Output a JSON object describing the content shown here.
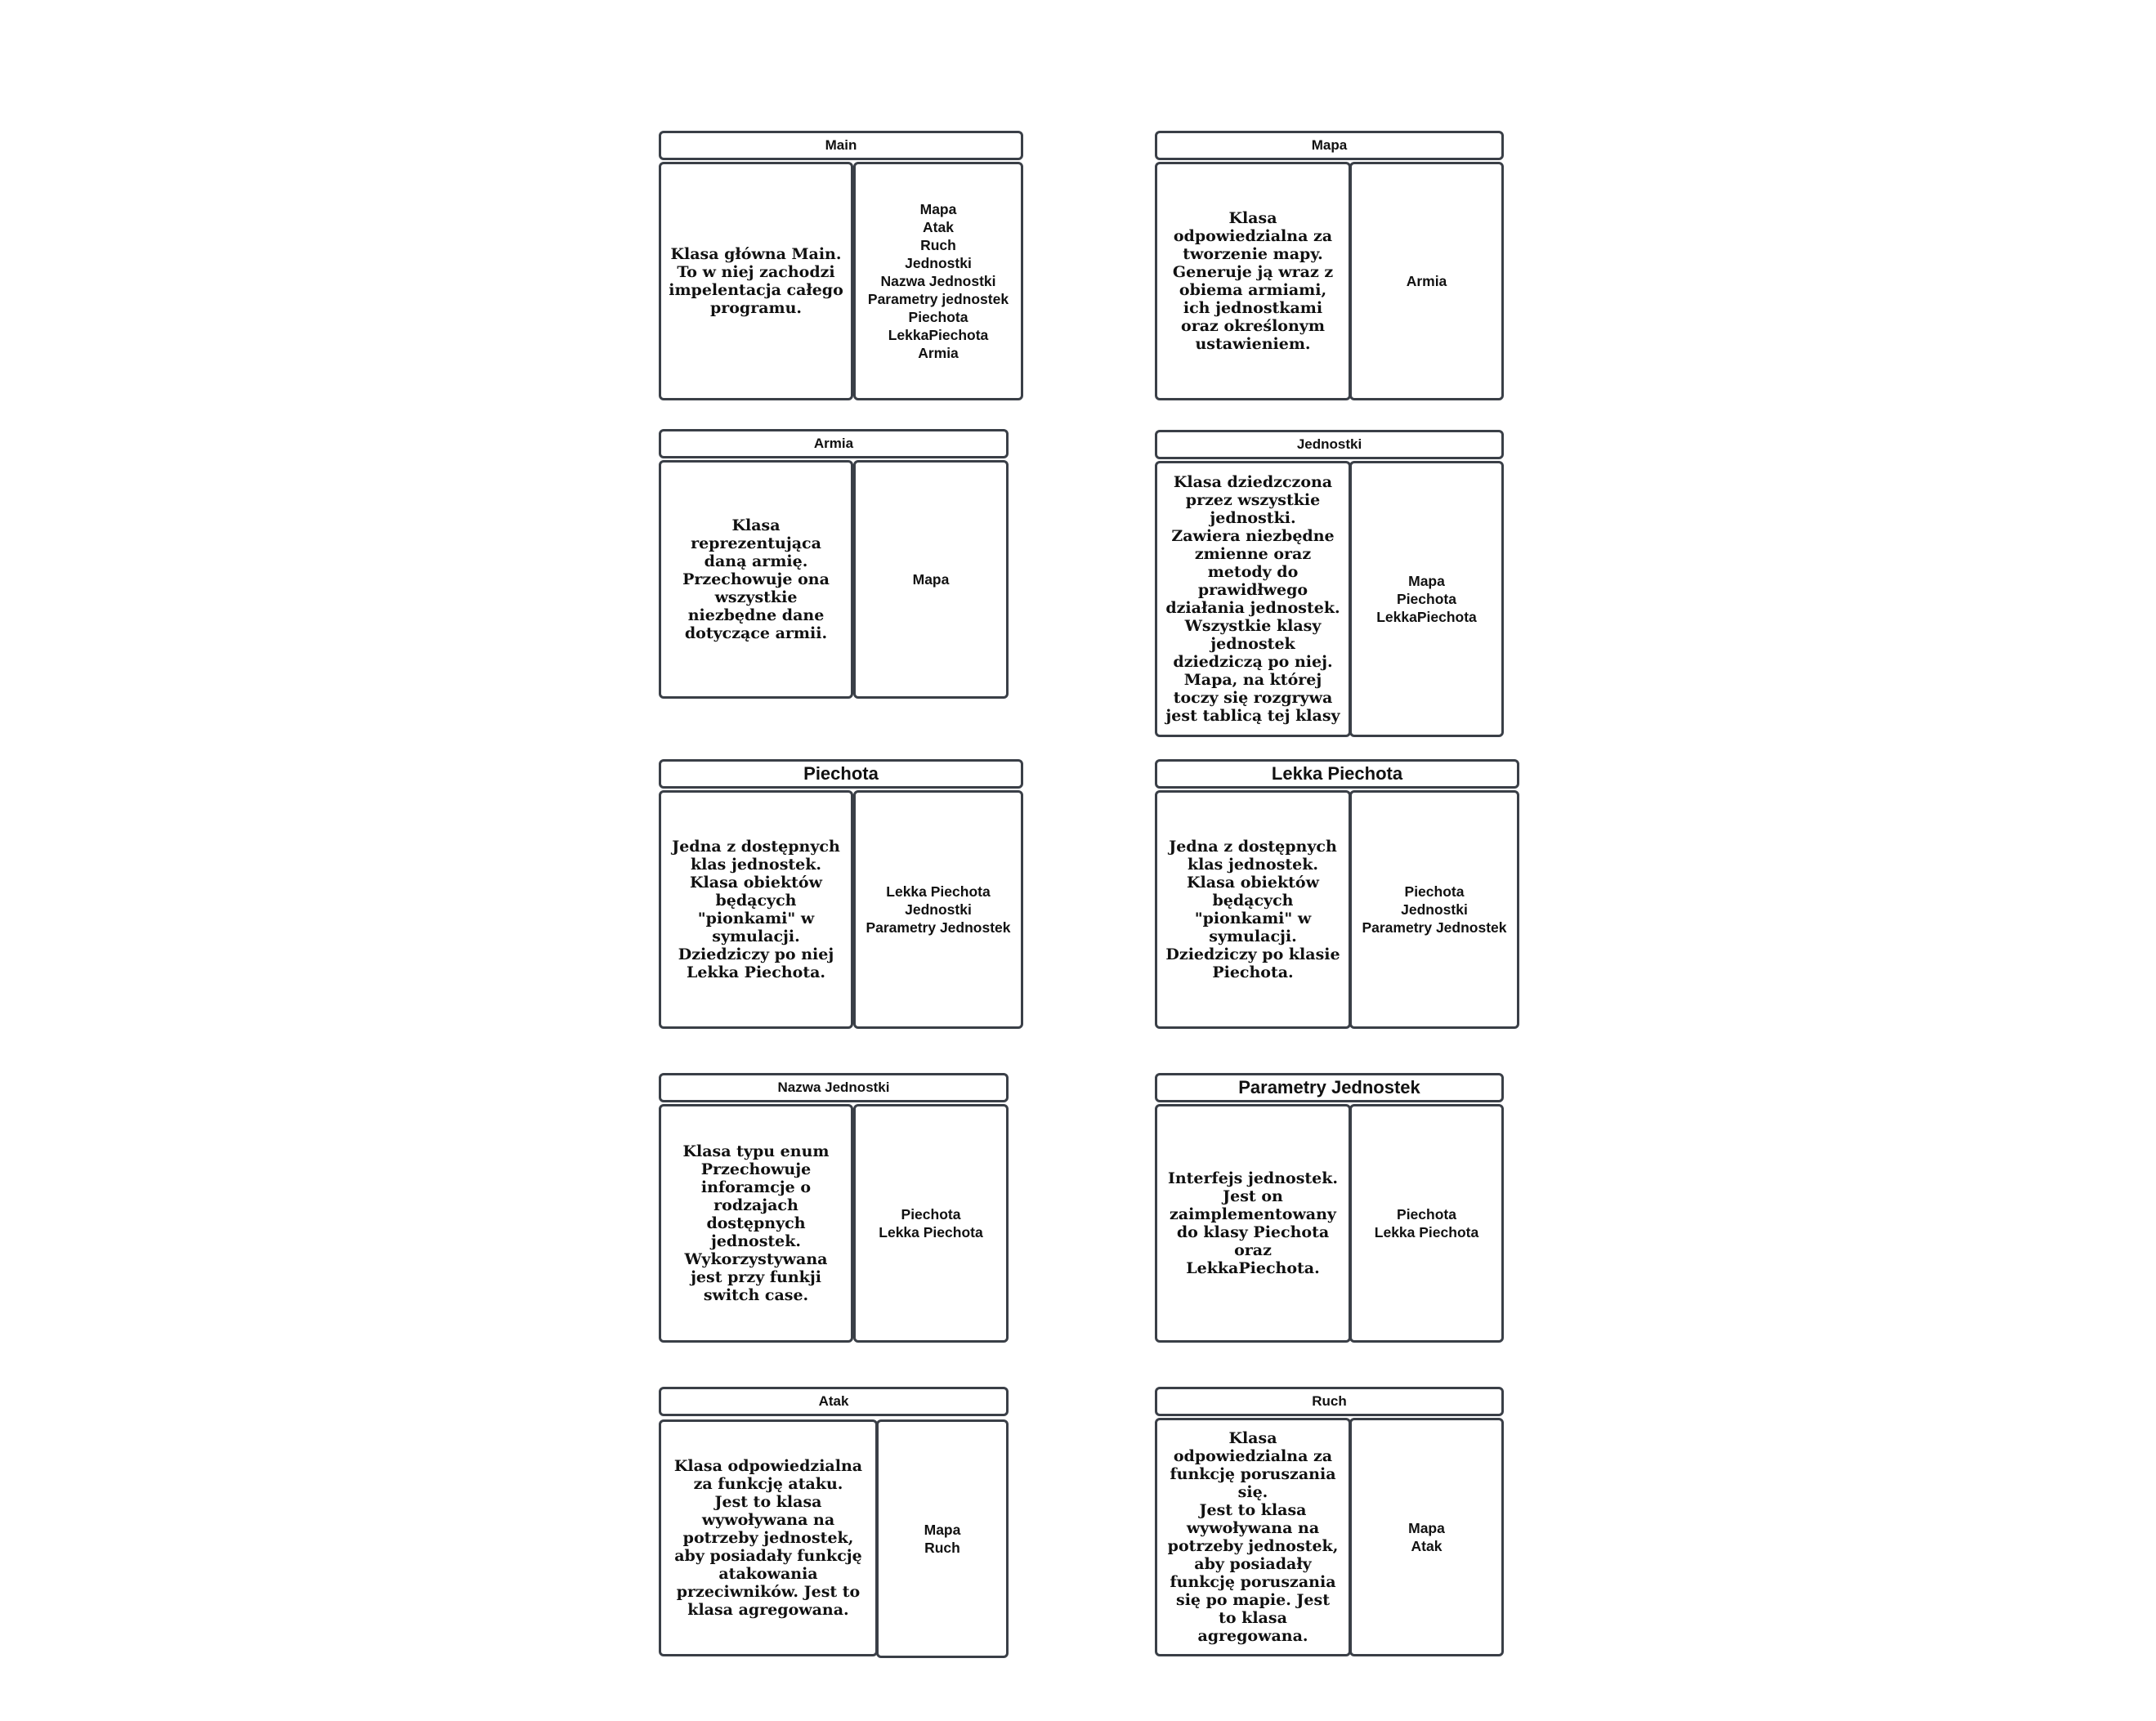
{
  "cards": {
    "main": {
      "title": "Main",
      "description": "Klasa główna Main.\nTo w niej zachodzi\nimpelentacja całego\nprogramu.",
      "relations": "Mapa\nAtak\nRuch\nJednostki\nNazwa Jednostki\nParametry jednostek\nPiechota\nLekkaPiechota\nArmia"
    },
    "mapa": {
      "title": "Mapa",
      "description": "Klasa\nodpowiedzialna za\ntworzenie mapy.\nGeneruje ją wraz z\nobiema armiami,\nich jednostkami\noraz określonym\nustawieniem.",
      "relations": "Armia"
    },
    "armia": {
      "title": "Armia",
      "description": "Klasa\nreprezentująca\ndaną armię.\nPrzechowuje ona\nwszystkie\nniezbędne dane\ndotyczące armii.",
      "relations": "Mapa"
    },
    "jednostki": {
      "title": "Jednostki",
      "description": "Klasa dziedzczona\nprzez wszystkie\njednostki.\nZawiera niezbędne\nzmienne oraz\nmetody do\nprawidłwego\ndziałania jednostek.\nWszystkie klasy\njednostek\ndziedziczą po niej.\nMapa, na której\ntoczy się rozgrywa\njest tablicą tej klasy",
      "relations": "Mapa\nPiechota\nLekkaPiechota"
    },
    "piechota": {
      "title": "Piechota",
      "description": "Jedna z dostępnych\nklas jednostek.\nKlasa obiektów\nbędących\n\"pionkami\" w\nsymulacji.\nDziedziczy po niej\nLekka Piechota.",
      "relations": "Lekka Piechota\nJednostki\nParametry Jednostek"
    },
    "lekka_piechota": {
      "title": "Lekka Piechota",
      "description": "Jedna z dostępnych\nklas jednostek.\nKlasa obiektów\nbędących\n\"pionkami\" w\nsymulacji.\nDziedziczy po klasie\nPiechota.",
      "relations": "Piechota\nJednostki\nParametry Jednostek"
    },
    "nazwa_jednostki": {
      "title": "Nazwa Jednostki",
      "description": "Klasa typu enum\nPrzechowuje\ninforamcje o\nrodzajach\ndostępnych\njednostek.\nWykorzystywana\njest przy funkji\nswitch case.",
      "relations": "Piechota\nLekka Piechota"
    },
    "parametry_jednostek": {
      "title": "Parametry Jednostek",
      "description": "Interfejs jednostek.\nJest on\nzaimplementowany\ndo klasy Piechota\noraz\nLekkaPiechota.",
      "relations": "Piechota\nLekka Piechota"
    },
    "atak": {
      "title": "Atak",
      "description": "Klasa odpowiedzialna\nza funkcję ataku.\nJest to klasa\nwywoływana na\npotrzeby jednostek,\naby posiadały funkcję\natakowania\nprzeciwników. Jest to\nklasa agregowana.",
      "relations": "Mapa\nRuch"
    },
    "ruch": {
      "title": "Ruch",
      "description": "Klasa\nodpowiedzialna za\nfunkcję poruszania\nsię.\nJest to klasa\nwywoływana na\npotrzeby jednostek,\naby posiadały\nfunkcję poruszania\nsię po mapie. Jest\nto klasa\nagregowana.",
      "relations": "Mapa\nAtak"
    }
  }
}
